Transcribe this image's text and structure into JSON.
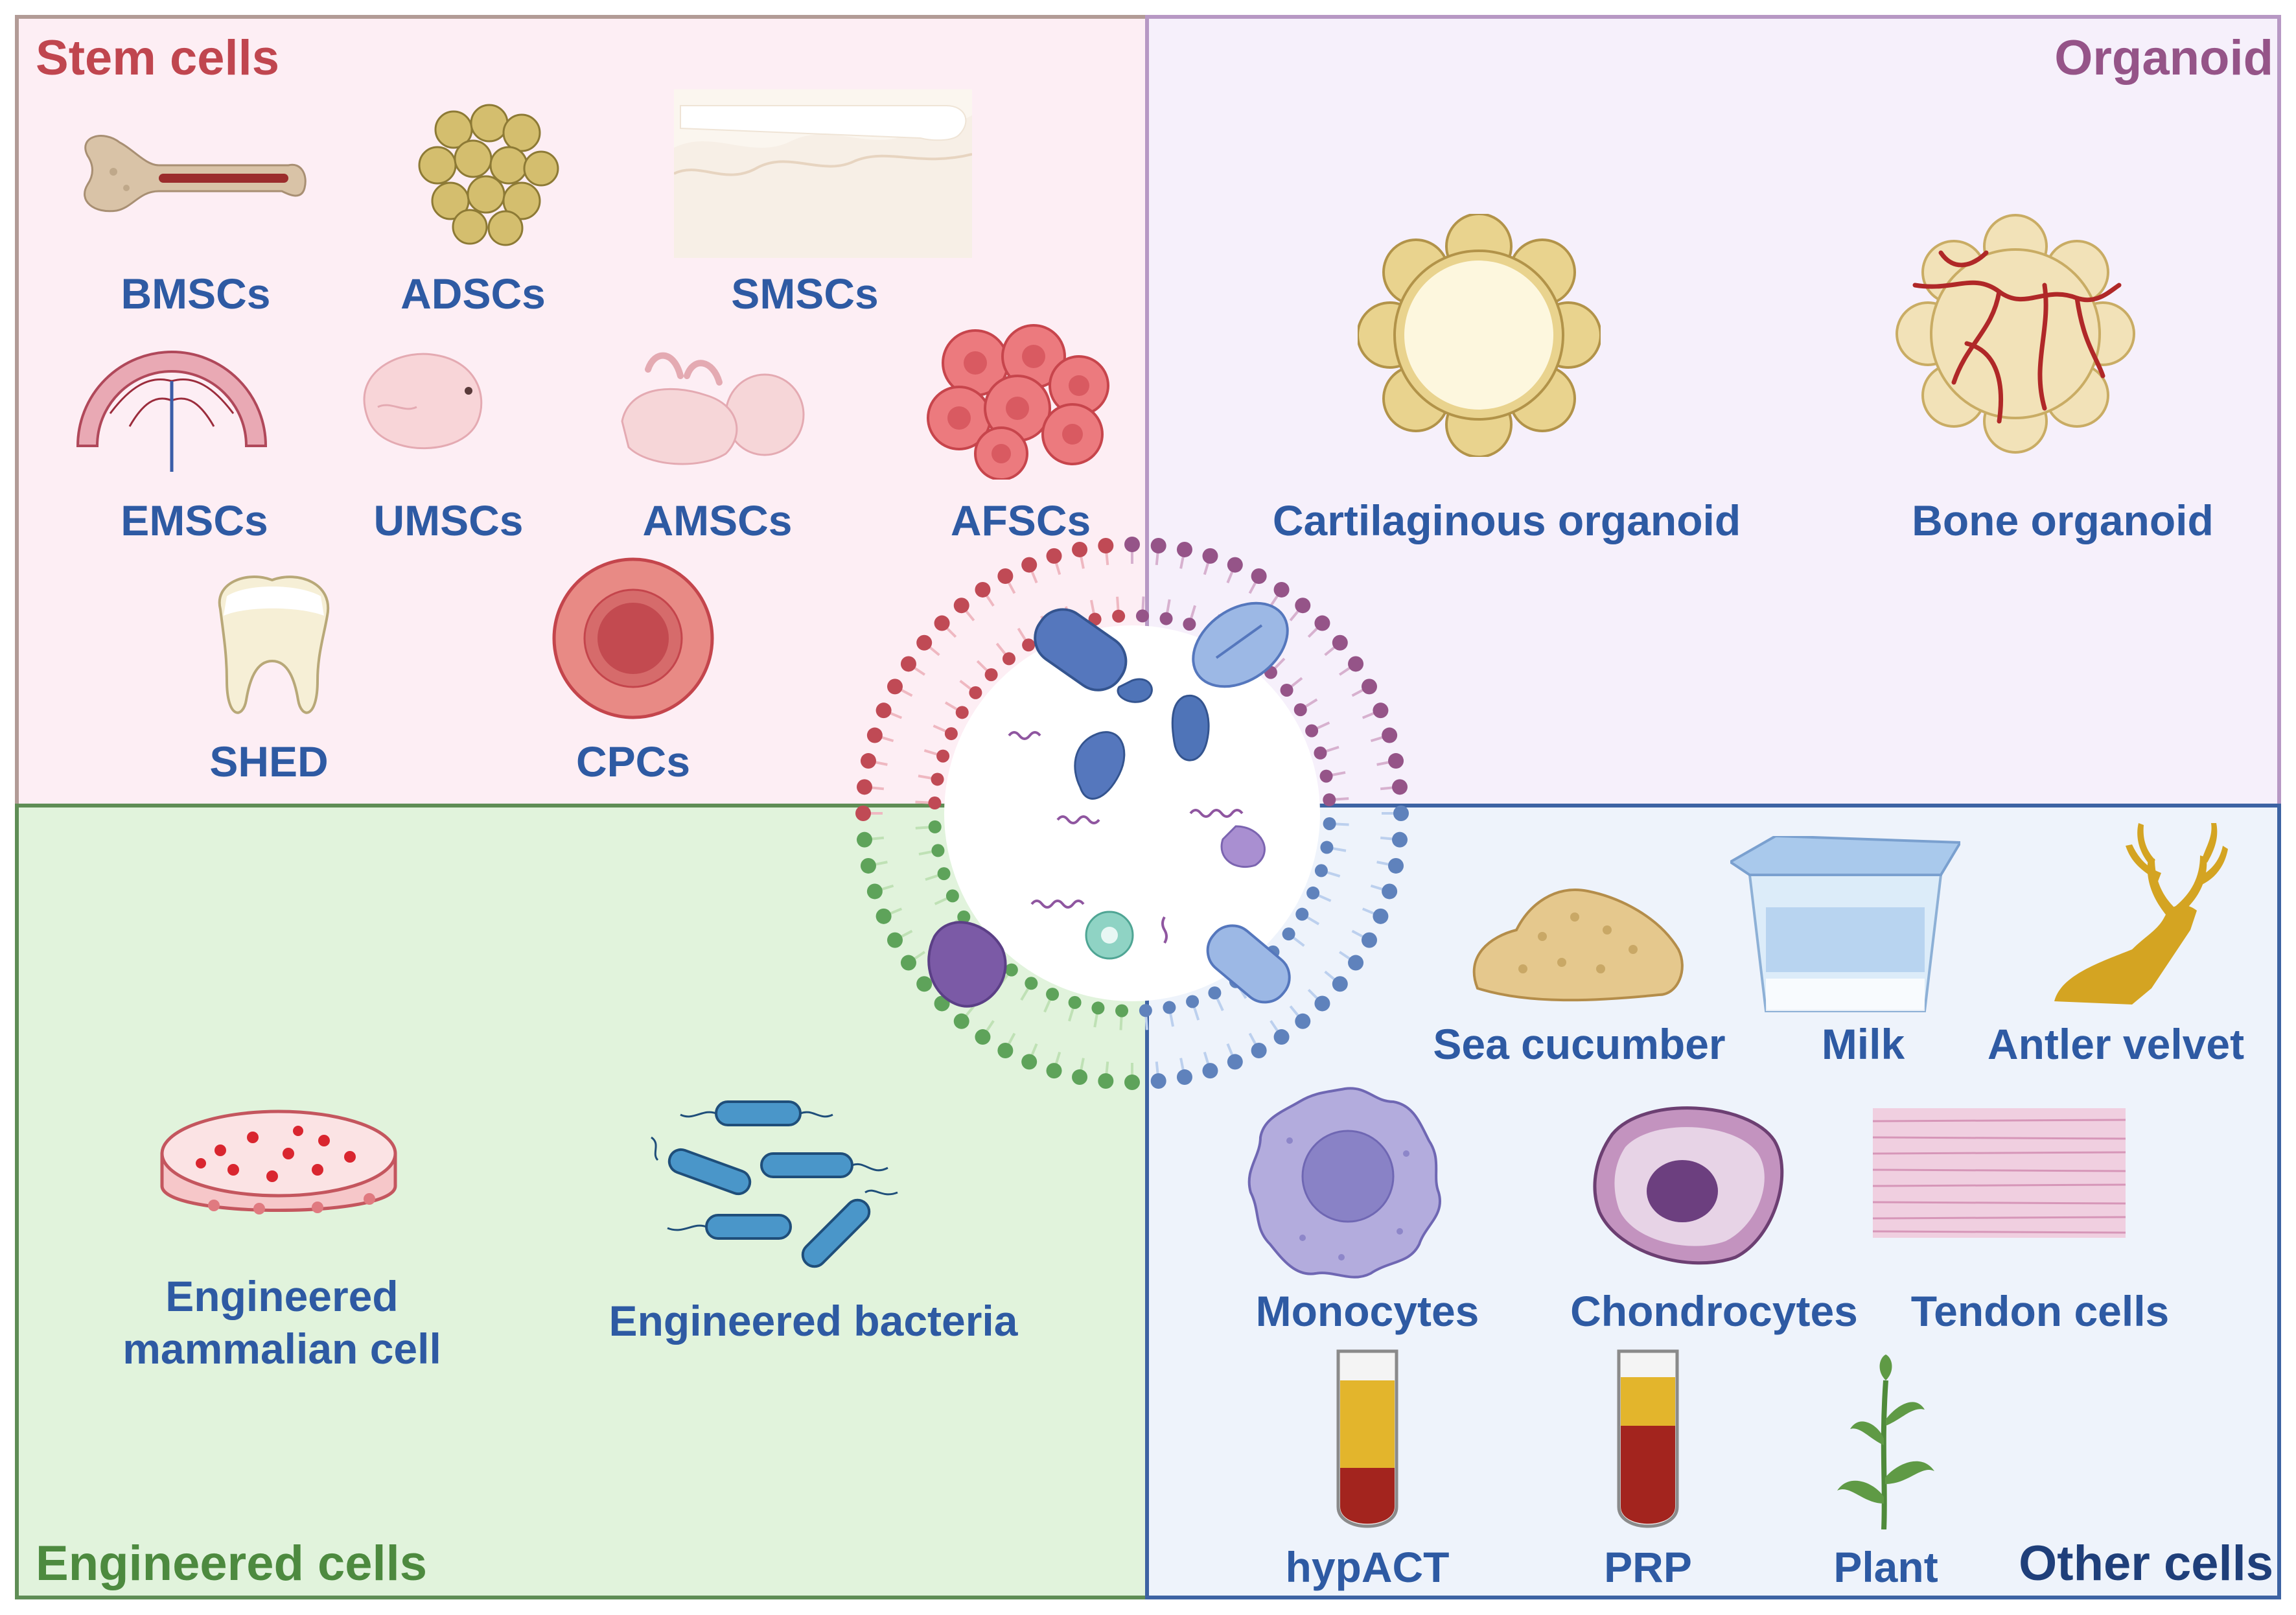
{
  "colors": {
    "stem_title": "#c0464f",
    "organoid_title": "#955488",
    "engineered_title": "#4d8a3f",
    "other_title": "#1f3f7a",
    "label": "#2e5aa3"
  },
  "quadrants": {
    "stem": {
      "title": "Stem cells",
      "items": [
        {
          "label": "BMSCs",
          "icon": "bone-icon"
        },
        {
          "label": "ADSCs",
          "icon": "adipose-cluster-icon"
        },
        {
          "label": "SMSCs",
          "icon": "synovial-membrane-icon"
        },
        {
          "label": "EMSCs",
          "icon": "placenta-icon"
        },
        {
          "label": "UMSCs",
          "icon": "embryo-icon"
        },
        {
          "label": "AMSCs",
          "icon": "fetus-icon"
        },
        {
          "label": "AFSCs",
          "icon": "red-cell-cluster-icon"
        },
        {
          "label": "SHED",
          "icon": "tooth-icon"
        },
        {
          "label": "CPCs",
          "icon": "cardiac-cell-icon"
        }
      ]
    },
    "organoid": {
      "title": "Organoid",
      "items": [
        {
          "label": "Cartilaginous organoid",
          "icon": "cartilage-organoid-icon"
        },
        {
          "label": "Bone organoid",
          "icon": "bone-organoid-icon"
        }
      ]
    },
    "engineered": {
      "title": "Engineered cells",
      "items": [
        {
          "label": "Engineered\nmammalian cell",
          "icon": "petri-dish-icon"
        },
        {
          "label": "Engineered bacteria",
          "icon": "bacteria-icon"
        }
      ]
    },
    "other": {
      "title": "Other cells",
      "items": [
        {
          "label": "Sea cucumber",
          "icon": "sea-cucumber-icon"
        },
        {
          "label": "Milk",
          "icon": "milk-cup-icon"
        },
        {
          "label": "Antler velvet",
          "icon": "deer-antler-icon"
        },
        {
          "label": "Monocytes",
          "icon": "monocyte-icon"
        },
        {
          "label": "Chondrocytes",
          "icon": "chondrocyte-icon"
        },
        {
          "label": "Tendon cells",
          "icon": "tendon-fiber-icon"
        },
        {
          "label": "hypACT",
          "icon": "blood-tube-icon"
        },
        {
          "label": "PRP",
          "icon": "prp-tube-icon"
        },
        {
          "label": "Plant",
          "icon": "plant-icon"
        }
      ]
    }
  },
  "center_icon": "extracellular-vesicle-icon"
}
